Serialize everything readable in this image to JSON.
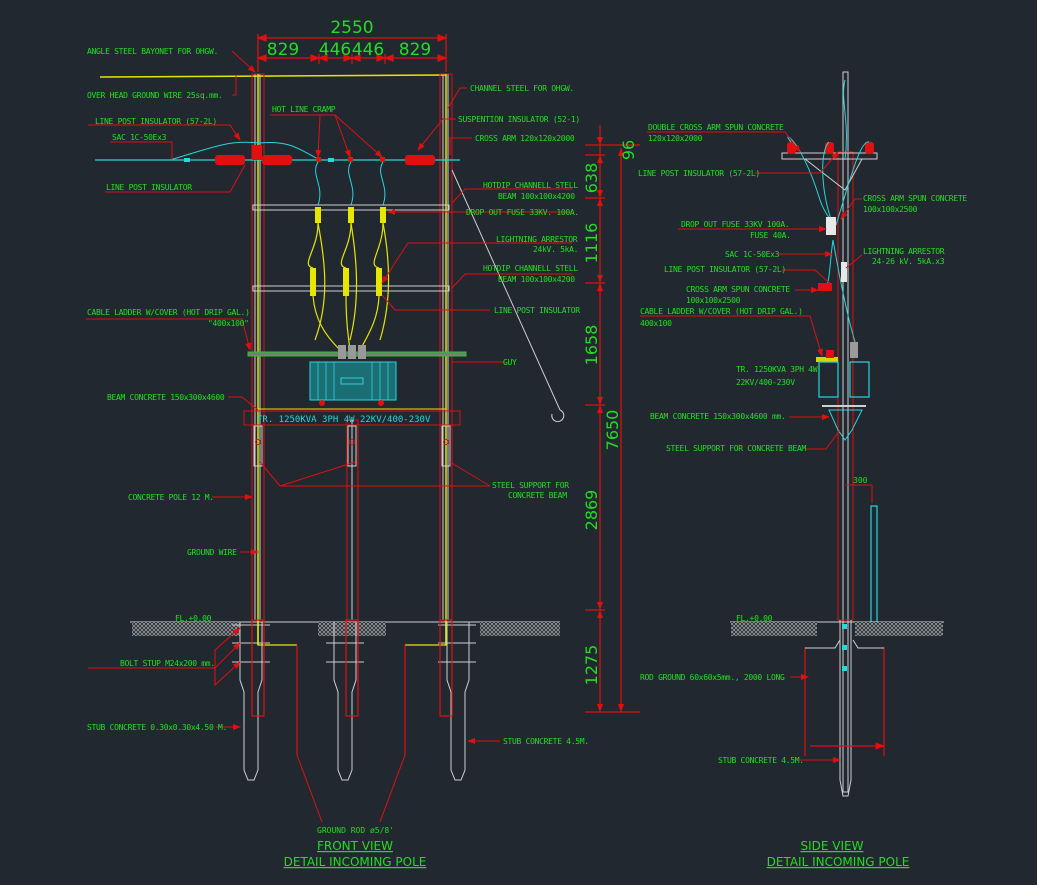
{
  "front_view": {
    "title": "FRONT VIEW",
    "subtitle": "DETAIL INCOMING POLE",
    "top_dimensions": {
      "overall": "2550",
      "segments": [
        "829",
        "446",
        "446",
        "829"
      ]
    },
    "vertical_dimensions": {
      "segments": [
        "96",
        "638",
        "1116",
        "1658",
        "2869",
        "1275"
      ],
      "overall": "7650"
    },
    "labels_left": [
      "ANGLE STEEL BAYONET FOR OHGW.",
      "OVER HEAD GROUND WIRE 25sq.mm.",
      "LINE POST INSULATOR (57-2L)",
      "SAC 1C-50Ex3",
      "LINE POST INSULATOR",
      "CABLE LADDER W/COVER (HOT DRIP GAL.)",
      "\"400x100\"",
      "BEAM CONCRETE 150x300x4600",
      "CONCRETE POLE 12 M.",
      "GROUND WIRE",
      "FL.+0.00",
      "BOLT STUP M24x200 mm.",
      "STUB CONCRETE 0.30x0.30x4.50 M."
    ],
    "labels_right": [
      "CHANNEL STEEL FOR OHGW.",
      "SUSPENTION INSULATOR (52-1)",
      "CROSS ARM 120x120x2000",
      "HOTDIP CHANNELL STELL",
      "BEAM 100x100x4200",
      "DROP OUT FUSE 33KV. 100A.",
      "LIGHTNING ARRESTOR",
      "24kV. 5kA.",
      "HOTDIP CHANNELL STELL",
      "BEAM 100x100x4200",
      "LINE POST INSULATOR",
      "GUY",
      "STEEL SUPPORT FOR",
      "CONCRETE BEAM",
      "STUB CONCRETE 4.5M."
    ],
    "hot_line_cramp": "HOT LINE CRAMP",
    "transformer_label": "TR. 1250KVA 3PH 4W 22KV/400-230V",
    "ground_rod": "GROUND ROD ø5/8'"
  },
  "side_view": {
    "title": "SIDE VIEW",
    "subtitle": "DETAIL INCOMING POLE",
    "labels": [
      "DOUBLE CROSS ARM SPUN CONCRETE",
      "120x120x2000",
      "LINE POST INSULATOR (57-2L)",
      "CROSS ARM SPUN CONCRETE",
      "100x100x2500",
      "DROP OUT FUSE 33KV 100A.",
      "FUSE 40A.",
      "SAC 1C-50Ex3",
      "LIGHTNING ARRESTOR",
      "24-26 kV. 5kA.x3",
      "LINE POST INSULATOR (57-2L)",
      "CROSS ARM SPUN CONCRETE",
      "100x100x2500",
      "CABLE LADDER W/COVER (HOT DRIP GAL.)",
      "400x100",
      "TR. 1250KVA 3PH 4W",
      "22KV/400-230V",
      "BEAM CONCRETE 150x300x4600 mm.",
      "STEEL SUPPORT FOR CONCRETE BEAM",
      "FL.+0.00",
      "ROD GROUND 60x60x5mm., 2000 LONG",
      "STUB CONCRETE 4.5M."
    ],
    "dimension_300": "300"
  },
  "colors": {
    "background": "#212830",
    "text": "#22dd22",
    "leader": "#e01010",
    "wire": "#e6e600",
    "cable": "#28d6dc",
    "structure": "#d0d0d0"
  }
}
